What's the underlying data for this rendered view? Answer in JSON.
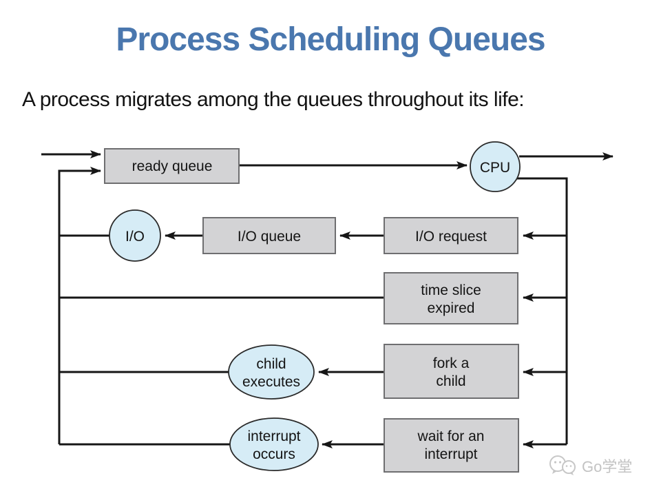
{
  "title": "Process Scheduling Queues",
  "subtitle": "A process migrates among the queues throughout its life:",
  "colors": {
    "title_blue": "#4a77ae",
    "box_fill": "#d3d3d5",
    "box_border": "#6e6e70",
    "bubble_fill": "#d6ecf6",
    "bubble_border": "#2a2a2a",
    "line_black": "#161616",
    "watermark_gray": "#c3c3c3"
  },
  "diagram": {
    "nodes": {
      "ready_queue": {
        "shape": "rect",
        "label": "ready queue"
      },
      "cpu": {
        "shape": "circle",
        "label": "CPU"
      },
      "io": {
        "shape": "circle",
        "label": "I/O"
      },
      "io_queue": {
        "shape": "rect",
        "label": "I/O queue"
      },
      "io_request": {
        "shape": "rect",
        "label": "I/O request"
      },
      "time_slice_expired": {
        "shape": "rect",
        "line1": "time slice",
        "line2": "expired"
      },
      "fork_a_child": {
        "shape": "rect",
        "line1": "fork a",
        "line2": "child"
      },
      "wait_for_interrupt": {
        "shape": "rect",
        "line1": "wait for an",
        "line2": "interrupt"
      },
      "child_executes": {
        "shape": "ellipse",
        "line1": "child",
        "line2": "executes"
      },
      "interrupt_occurs": {
        "shape": "ellipse",
        "line1": "interrupt",
        "line2": "occurs"
      }
    }
  },
  "watermark": {
    "text": "Go学堂"
  }
}
